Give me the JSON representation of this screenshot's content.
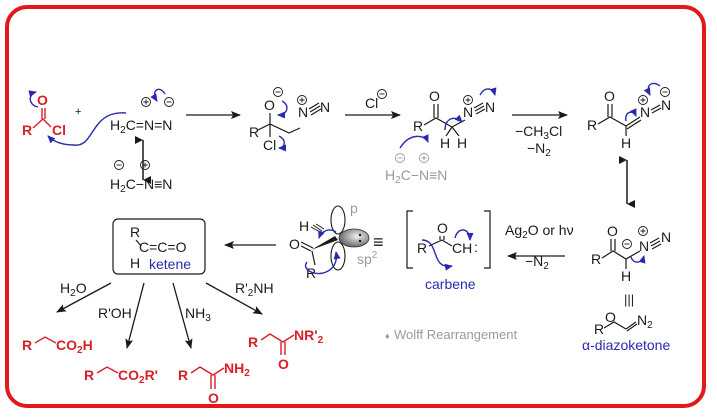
{
  "title": "Wolff Rearrangement",
  "colors": {
    "frame": "#e01a1a",
    "product": "#d8202a",
    "label": "#2a2ab0",
    "muted": "#9a9a9a"
  },
  "step1": {
    "acyl_chloride": {
      "R": "R",
      "O": "O",
      "Cl": "Cl"
    },
    "plus": "+",
    "diazomethane": {
      "left": "H",
      "left_sub": "2",
      "rest": "C=N=N",
      "resonance": "C−N≡N"
    }
  },
  "intermediate1": {
    "O": "O",
    "R": "R",
    "Cl": "Cl",
    "N1": "N",
    "N2": "N"
  },
  "reagent_chloride": "Cl",
  "intermediate2": {
    "O": "O",
    "R": "R",
    "H1": "H",
    "H2": "H",
    "N1": "N",
    "N2": "N"
  },
  "byproduct_diazomethane": {
    "left": "H",
    "left_sub": "2",
    "rest": "C−N≡N"
  },
  "conditions_elim": {
    "line1_pre": "−CH",
    "line1_sub": "3",
    "line1_post": "Cl",
    "line2_pre": "−N",
    "line2_sub": "2"
  },
  "diazoketone_enol": {
    "O": "O",
    "R": "R",
    "H": "H",
    "N1": "N",
    "N2": "N"
  },
  "diazoketone_carbanion": {
    "O": "O",
    "R": "R",
    "H": "H",
    "N1": "N",
    "N2": "N"
  },
  "diazoketone_short": {
    "O": "O",
    "R": "R",
    "N2": "N",
    "N2_sub": "2",
    "label": "α-diazoketone",
    "equiv": "|||"
  },
  "conditions_wolff": {
    "line1_pre": "Ag",
    "line1_sub": "2",
    "line1_post": "O or hν",
    "line2_pre": "−N",
    "line2_sub": "2"
  },
  "carbene": {
    "O": "O",
    "R": "R",
    "CH": "CH",
    "lone": ":",
    "label": "carbene",
    "equiv": "≡"
  },
  "orbital": {
    "O": "O",
    "H": "H",
    "R": "R",
    "p_label": "p",
    "sp2_label": "sp",
    "sp2_sup": "2"
  },
  "ketene": {
    "R": "R",
    "H": "H",
    "formula": "C=C=O",
    "label": "ketene"
  },
  "reagents": [
    {
      "pre": "H",
      "sub": "2",
      "post": "O"
    },
    {
      "pre": "R'OH",
      "sub": "",
      "post": ""
    },
    {
      "pre": "NH",
      "sub": "3",
      "post": ""
    },
    {
      "pre": "R'",
      "sub": "2",
      "post": "NH"
    }
  ],
  "products": [
    {
      "R": "R",
      "group_pre": "CO",
      "group_sub": "2",
      "group_post": "H",
      "name": "carboxylic-acid"
    },
    {
      "R": "R",
      "group_pre": "CO",
      "group_sub": "2",
      "group_post": "R'",
      "name": "ester"
    },
    {
      "R": "R",
      "group_pre": "NH",
      "group_sub": "2",
      "group_post": "",
      "O": "O",
      "name": "primary-amide"
    },
    {
      "R": "R",
      "group_pre": "NR'",
      "group_sub": "2",
      "group_post": "",
      "O": "O",
      "name": "tertiary-amide"
    }
  ],
  "caption": {
    "bullet": "♦",
    "text": "Wolff Rearrangement"
  }
}
